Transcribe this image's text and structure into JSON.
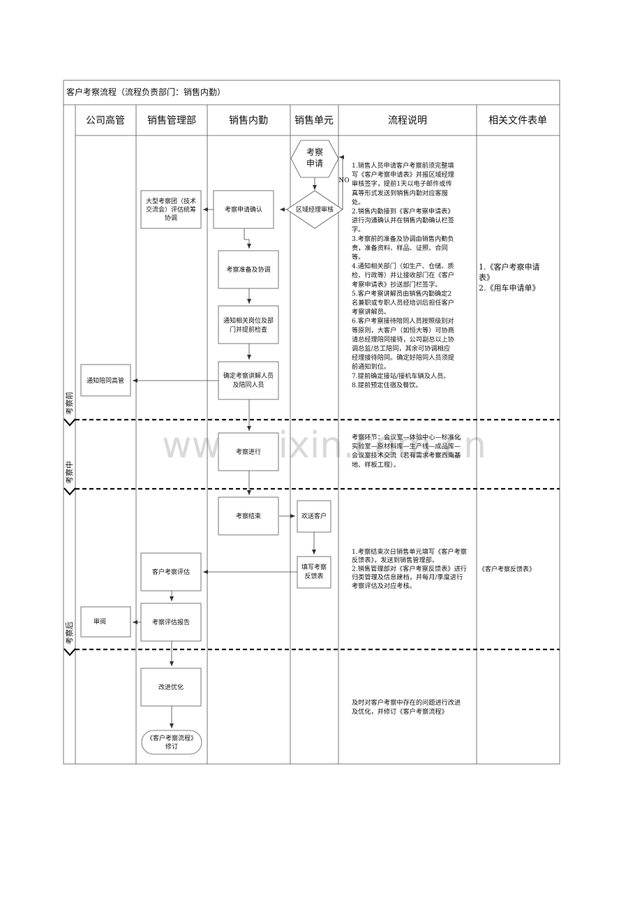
{
  "title": "客户考察流程（流程负责部门：销售内勤）",
  "columns": [
    "公司高管",
    "销售管理部",
    "销售内勤",
    "销售单元",
    "流程说明",
    "相关文件表单"
  ],
  "phases": [
    "考察前",
    "考察中",
    "考察后"
  ],
  "nodes": {
    "start": [
      "考察",
      "申请"
    ],
    "review": "区域经理审核",
    "no_label": "NO",
    "confirm": "考察申请确认",
    "delegation": [
      "大型考察团（技术",
      "交流会）评估统筹",
      "协调"
    ],
    "prepare": "考察准备及协调",
    "notify": [
      "通知相关岗位及部",
      "门并提前检查"
    ],
    "guides": [
      "确定考察讲解人员",
      "及陪同人员"
    ],
    "notify_exec": "通知陪同高管",
    "inspect": "考察进行",
    "end": "考察结束",
    "farewell": "欢送客户",
    "feedback": [
      "填写考察",
      "反馈表"
    ],
    "evaluate": "客户考察评估",
    "report": "考察评估报告",
    "approve": "审阅",
    "improve": "改进优化",
    "revise": [
      "《客户考察流程》",
      "修订"
    ]
  },
  "descriptions": {
    "before": [
      "1.销售人员申请客户考察前须完整填",
      "写《客户考察申请表》并报区域经理",
      "审核签字，提前1天以电子邮件或传",
      "真等形式发送到销售内勤对应客服",
      "处。",
      "2.销售内勤接到《客户考察申请表》",
      "进行沟通确认并在销售内勤确认栏签",
      "字。",
      "3.考察前的准备及协调由销售内勤负",
      "责，准备资料、样品、证照、合同",
      "等。",
      "4.通知相关部门（如生产、仓储、质",
      "检、行政等）并让接收部门在《客户",
      "考察申请表》抄送部门栏签字。",
      "5.客户考察讲解员由销售内勤确定2",
      "名兼职或专职人员经培训后担任客户",
      "考察讲解员。",
      "6.客户考察接待陪同人员按照级别对",
      "等原则，大客户（如恒大等）可协商",
      "请总经理陪同接待，公司副总以上协",
      "调总监/总工陪同，其余可协调相应",
      "经理接待陪同。确定好陪同人员须提",
      "前通知到位。",
      "7.提前确定接站/接机车辆及人员。",
      "8.提前预定住宿及餐饮。"
    ],
    "during": [
      "考察环节：会议室—体验中心—标准化",
      "实验室—原材料库—生产线—成品库—",
      "会议室技术交流（若有需求考察西南基",
      "地、样板工程）。"
    ],
    "after": [
      "1.考察结束次日销售单元填写《客户考察",
      "反馈表》，发送到销售管理部。",
      "2.销售管理部对《客户考察反馈表》进行",
      "归类管理及信息建档，并每月/季度进行",
      "考察评估及对应考核。"
    ],
    "improve": [
      "及时对客户考察中存在的问题进行改进",
      "及优化，并修订《客户考察流程》"
    ]
  },
  "documents": {
    "before": [
      "1.《客户考察申请",
      "表》",
      "2.《用车申请单》"
    ],
    "after": "《客户考察反馈表》"
  },
  "watermark": "www.zixin.com.cn",
  "colors": {
    "line": "#444444",
    "box_stroke": "#555555",
    "watermark": "#d9d9d9"
  }
}
